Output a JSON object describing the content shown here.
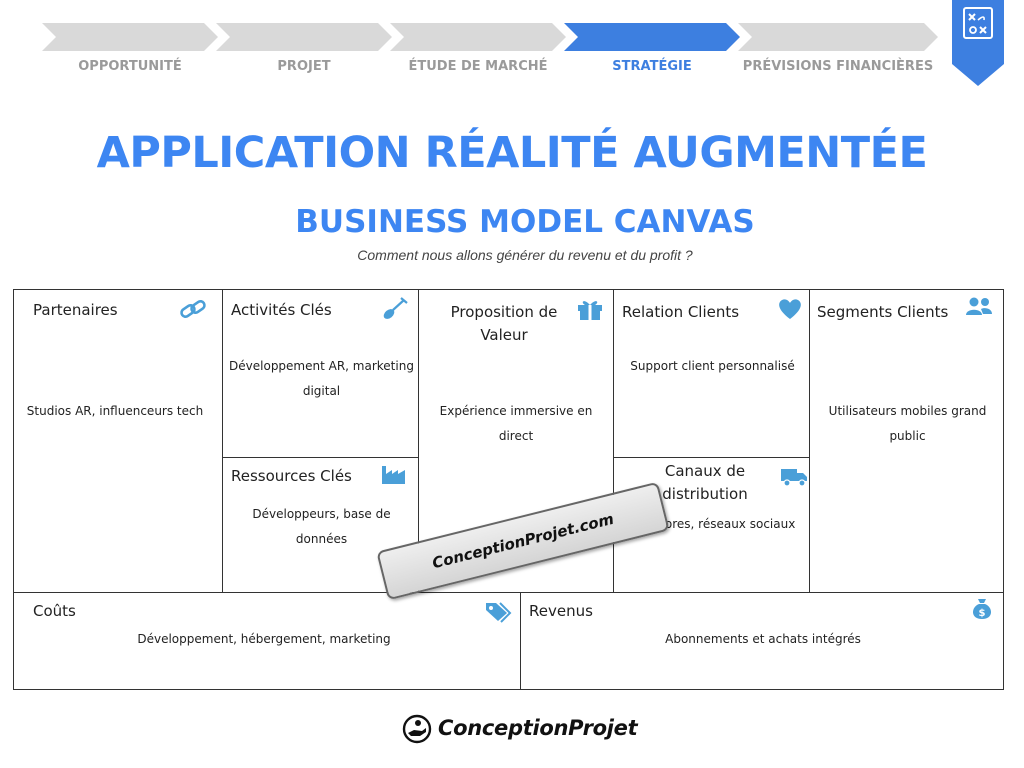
{
  "colors": {
    "accent": "#3d86f2",
    "step_active": "#3d7fe0",
    "step_inactive": "#d9d9d9",
    "icon": "#4a9fd8"
  },
  "steps": [
    {
      "label": "OPPORTUNITÉ",
      "active": false
    },
    {
      "label": "PROJET",
      "active": false
    },
    {
      "label": "ÉTUDE DE MARCHÉ",
      "active": false
    },
    {
      "label": "STRATÉGIE",
      "active": true
    },
    {
      "label": "PRÉVISIONS FINANCIÈRES",
      "active": false
    }
  ],
  "corner_tab": {
    "icon": "strategy-board-icon"
  },
  "header": {
    "title": "APPLICATION RÉALITÉ AUGMENTÉE",
    "subtitle": "BUSINESS MODEL CANVAS",
    "tagline": "Comment nous allons générer du revenu et du profit ?"
  },
  "canvas": {
    "partenaires": {
      "title": "Partenaires",
      "text": "Studios AR, influenceurs tech",
      "icon": "link-icon"
    },
    "activites": {
      "title": "Activités Clés",
      "text": "Développement AR, marketing digital",
      "icon": "shovel-icon"
    },
    "ressources": {
      "title": "Ressources Clés",
      "text": "Développeurs, base de données",
      "icon": "factory-icon"
    },
    "proposition": {
      "title": "Proposition de Valeur",
      "text": "Expérience immersive en direct",
      "icon": "gift-icon"
    },
    "relation": {
      "title": "Relation Clients",
      "text": "Support client personnalisé",
      "icon": "heart-icon"
    },
    "canaux": {
      "title": "Canaux de distribution",
      "text": "App stores, réseaux sociaux",
      "icon": "truck-icon"
    },
    "segments": {
      "title": "Segments Clients",
      "text": "Utilisateurs mobiles grand public",
      "icon": "users-icon"
    },
    "couts": {
      "title": "Coûts",
      "text": "Développement, hébergement, marketing",
      "icon": "tags-icon"
    },
    "revenus": {
      "title": "Revenus",
      "text": "Abonnements et achats intégrés",
      "icon": "money-bag-icon"
    }
  },
  "watermark": "ConceptionProjet.com",
  "footer": {
    "logo_text": "ConceptionProjet",
    "logo_icon": "hand-coin-icon"
  }
}
